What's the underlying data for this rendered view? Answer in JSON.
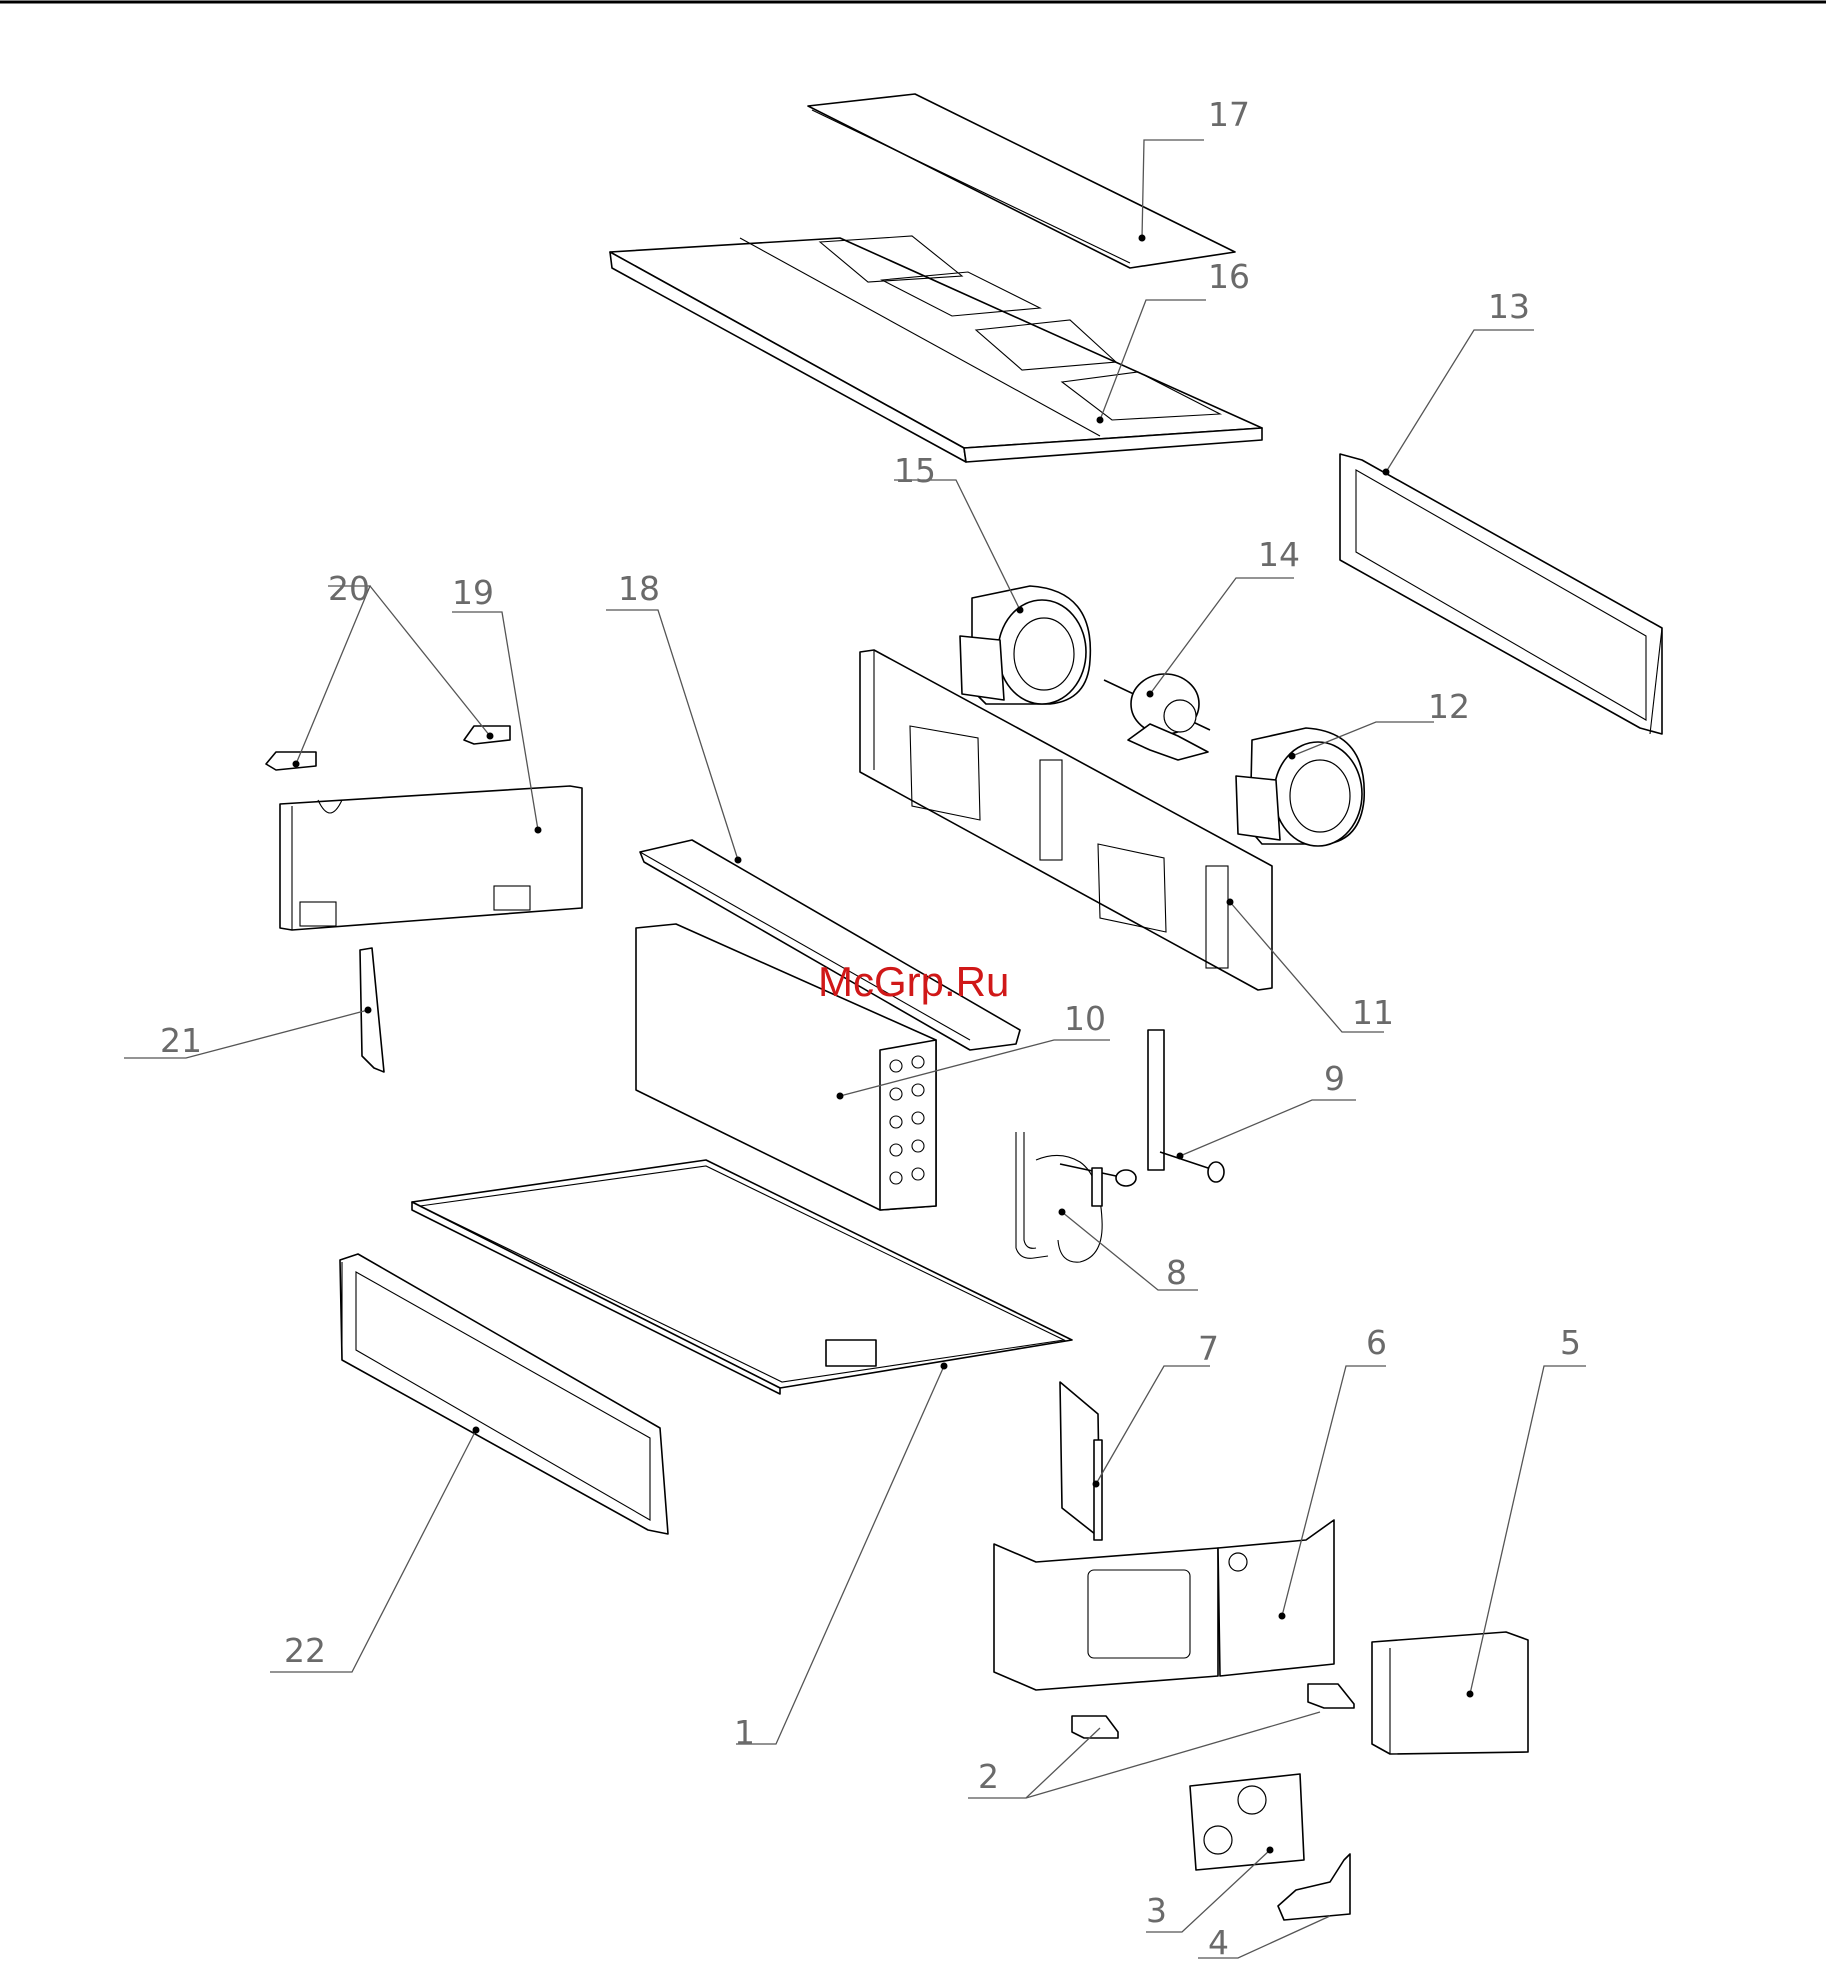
{
  "watermark": "McGrp.Ru",
  "labels": {
    "p1": "1",
    "p2": "2",
    "p3": "3",
    "p4": "4",
    "p5": "5",
    "p6": "6",
    "p7": "7",
    "p8": "8",
    "p9": "9",
    "p10": "10",
    "p11": "11",
    "p12": "12",
    "p13": "13",
    "p14": "14",
    "p15": "15",
    "p16": "16",
    "p17": "17",
    "p18": "18",
    "p19": "19",
    "p20": "20",
    "p21": "21",
    "p22": "22"
  },
  "colors": {
    "line": "#000000",
    "leader": "#555555",
    "label": "#6a6a6a",
    "watermark": "#d01818"
  }
}
